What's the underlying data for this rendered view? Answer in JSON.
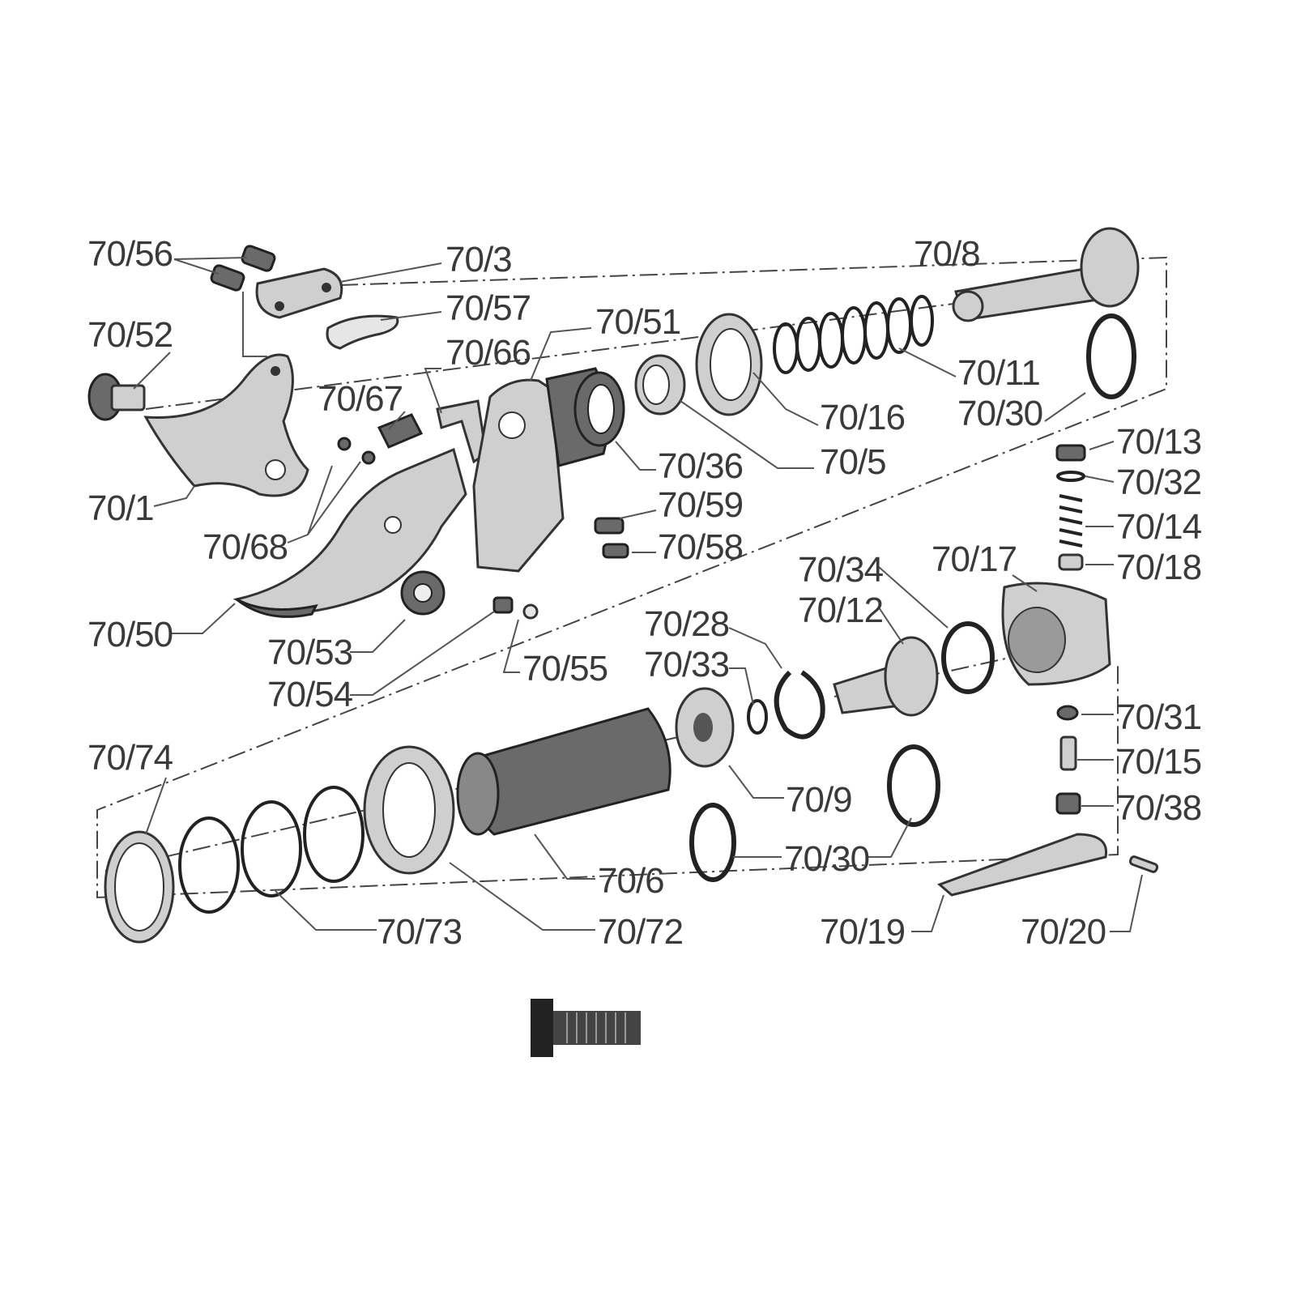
{
  "labels": {
    "l_70_56": "70/56",
    "l_70_3": "70/3",
    "l_70_8": "70/8",
    "l_70_57": "70/57",
    "l_70_51": "70/51",
    "l_70_52": "70/52",
    "l_70_66": "70/66",
    "l_70_67": "70/67",
    "l_70_11": "70/11",
    "l_70_30_top": "70/30",
    "l_70_16": "70/16",
    "l_70_5": "70/5",
    "l_70_36": "70/36",
    "l_70_13": "70/13",
    "l_70_32": "70/32",
    "l_70_59": "70/59",
    "l_70_1": "70/1",
    "l_70_14": "70/14",
    "l_70_68": "70/68",
    "l_70_58": "70/58",
    "l_70_17": "70/17",
    "l_70_18": "70/18",
    "l_70_34": "70/34",
    "l_70_12": "70/12",
    "l_70_50": "70/50",
    "l_70_28": "70/28",
    "l_70_53": "70/53",
    "l_70_33": "70/33",
    "l_70_55": "70/55",
    "l_70_54": "70/54",
    "l_70_31": "70/31",
    "l_70_15": "70/15",
    "l_70_74": "70/74",
    "l_70_9": "70/9",
    "l_70_38": "70/38",
    "l_70_30_bottom": "70/30",
    "l_70_6": "70/6",
    "l_70_73": "70/73",
    "l_70_72": "70/72",
    "l_70_19": "70/19",
    "l_70_20": "70/20"
  }
}
